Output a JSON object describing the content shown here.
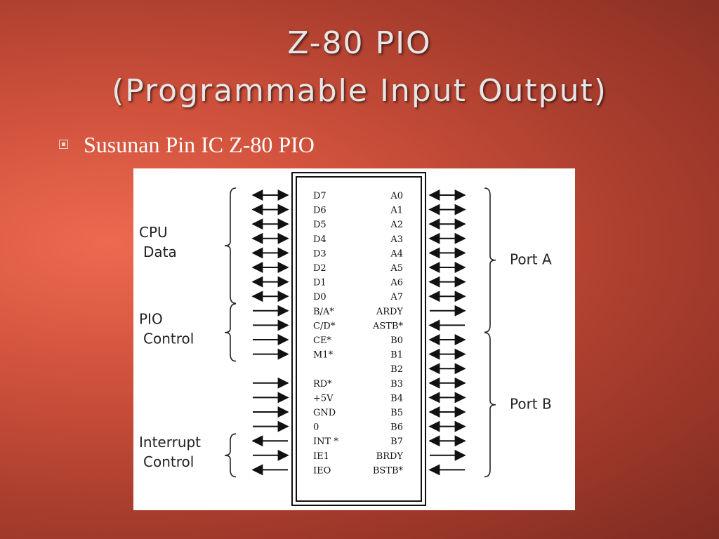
{
  "slide": {
    "title_line1": "Z-80 PIO",
    "title_line2": "(Programmable Input Output)",
    "bullet_text": "Susunan Pin IC Z-80 PIO"
  },
  "diagram": {
    "left_pins": [
      "D7",
      "D6",
      "D5",
      "D4",
      "D3",
      "D2",
      "D1",
      "D0",
      "B/A*",
      "C/D*",
      "CE*",
      "M1*",
      "",
      "RD*",
      "+5V",
      "GND",
      "0",
      "INT *",
      "IE1",
      "IEO"
    ],
    "right_pins": [
      "A0",
      "A1",
      "A2",
      "A3",
      "A4",
      "A5",
      "A6",
      "A7",
      "ARDY",
      "ASTB*",
      "B0",
      "B1",
      "B2",
      "B3",
      "B4",
      "B5",
      "B6",
      "B7",
      "BRDY",
      "BSTB*"
    ],
    "left_arrows": [
      "both",
      "both",
      "both",
      "both",
      "both",
      "both",
      "both",
      "both",
      "in",
      "in",
      "in",
      "in",
      "none",
      "in",
      "in",
      "in",
      "in",
      "out",
      "in",
      "out"
    ],
    "right_arrows": [
      "both",
      "both",
      "both",
      "both",
      "both",
      "both",
      "both",
      "both",
      "out",
      "in",
      "both",
      "both",
      "both",
      "both",
      "both",
      "both",
      "both",
      "both",
      "out",
      "in"
    ],
    "groups_left": [
      {
        "lines": [
          "CPU",
          "Data"
        ],
        "from": 0,
        "to": 7
      },
      {
        "lines": [
          "PIO",
          "Control"
        ],
        "from": 8,
        "to": 11
      },
      {
        "lines": [
          "Interrupt",
          "Control"
        ],
        "from": 17,
        "to": 19
      }
    ],
    "groups_right": [
      {
        "lines": [
          "Port A"
        ],
        "from": 0,
        "to": 9
      },
      {
        "lines": [
          "Port B"
        ],
        "from": 10,
        "to": 19
      }
    ]
  }
}
